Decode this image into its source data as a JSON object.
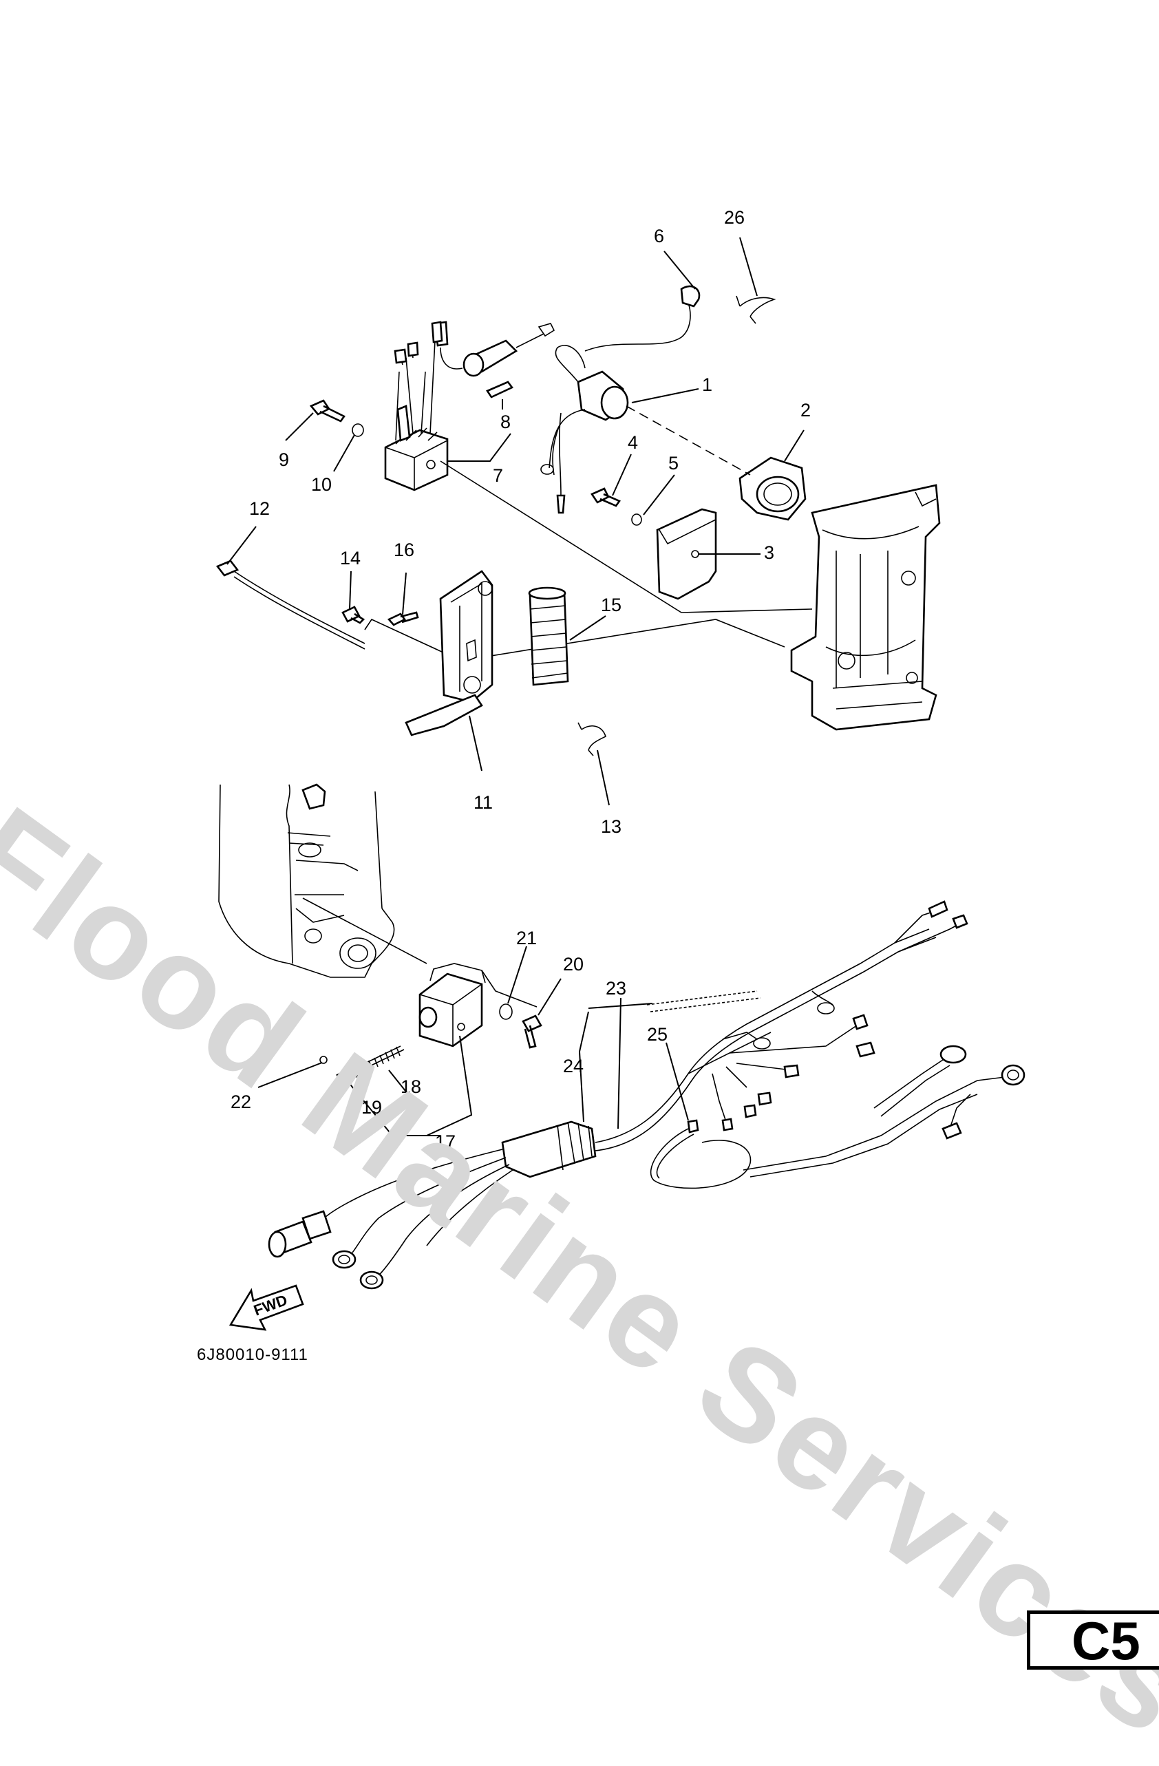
{
  "watermark": "Flood Marine Services",
  "part_number": "6J80010-9111",
  "page_id": "C5",
  "fwd_label": "FWD",
  "callouts": [
    {
      "id": "1",
      "label": "1"
    },
    {
      "id": "2",
      "label": "2"
    },
    {
      "id": "3",
      "label": "3"
    },
    {
      "id": "4",
      "label": "4"
    },
    {
      "id": "5",
      "label": "5"
    },
    {
      "id": "6",
      "label": "6"
    },
    {
      "id": "7",
      "label": "7"
    },
    {
      "id": "8",
      "label": "8"
    },
    {
      "id": "9",
      "label": "9"
    },
    {
      "id": "10",
      "label": "10"
    },
    {
      "id": "11",
      "label": "11"
    },
    {
      "id": "12",
      "label": "12"
    },
    {
      "id": "13",
      "label": "13"
    },
    {
      "id": "14",
      "label": "14"
    },
    {
      "id": "15",
      "label": "15"
    },
    {
      "id": "16",
      "label": "16"
    },
    {
      "id": "17",
      "label": "17"
    },
    {
      "id": "18",
      "label": "18"
    },
    {
      "id": "19",
      "label": "19"
    },
    {
      "id": "20",
      "label": "20"
    },
    {
      "id": "21",
      "label": "21"
    },
    {
      "id": "22",
      "label": "22"
    },
    {
      "id": "23",
      "label": "23"
    },
    {
      "id": "24",
      "label": "24"
    },
    {
      "id": "25",
      "label": "25"
    },
    {
      "id": "26",
      "label": "26"
    }
  ]
}
